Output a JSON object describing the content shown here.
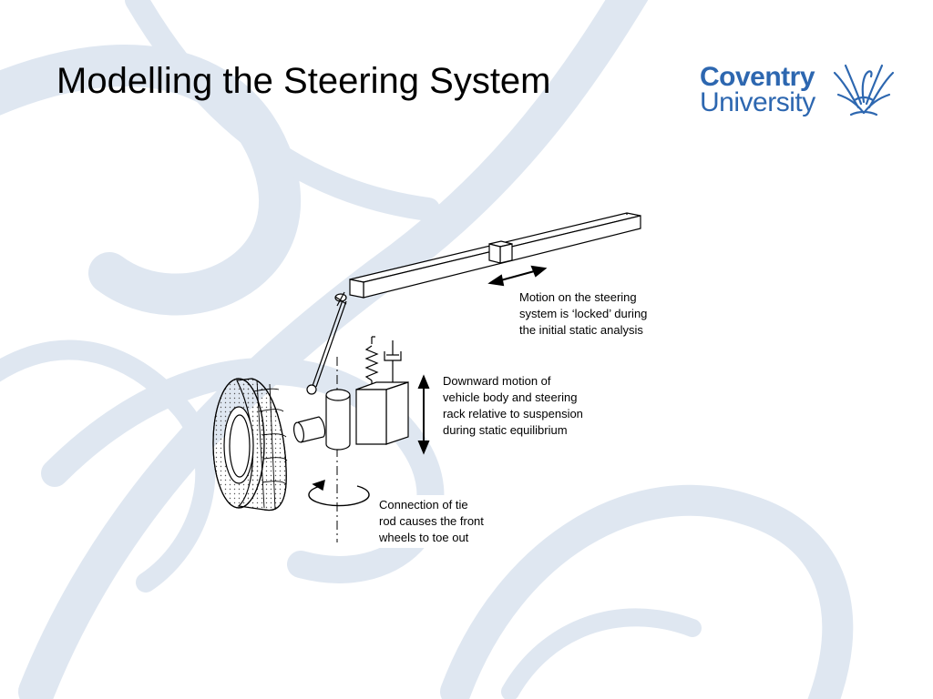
{
  "slide": {
    "title": "Modelling the Steering System"
  },
  "logo": {
    "line1": "Coventry",
    "line2": "University",
    "emblem_icon": "phoenix-icon",
    "brand_color": "#2d67b0"
  },
  "background": {
    "watermark_color": "#dfe7f1"
  },
  "callouts": {
    "steering_locked": "Motion on the steering\nsystem is ‘locked’ during\nthe initial static analysis",
    "downward_motion": "Downward motion of\nvehicle body and steering\nrack relative to suspension\nduring static equilibrium",
    "tie_rod": "Connection of tie\nrod causes the front\nwheels to toe out"
  }
}
